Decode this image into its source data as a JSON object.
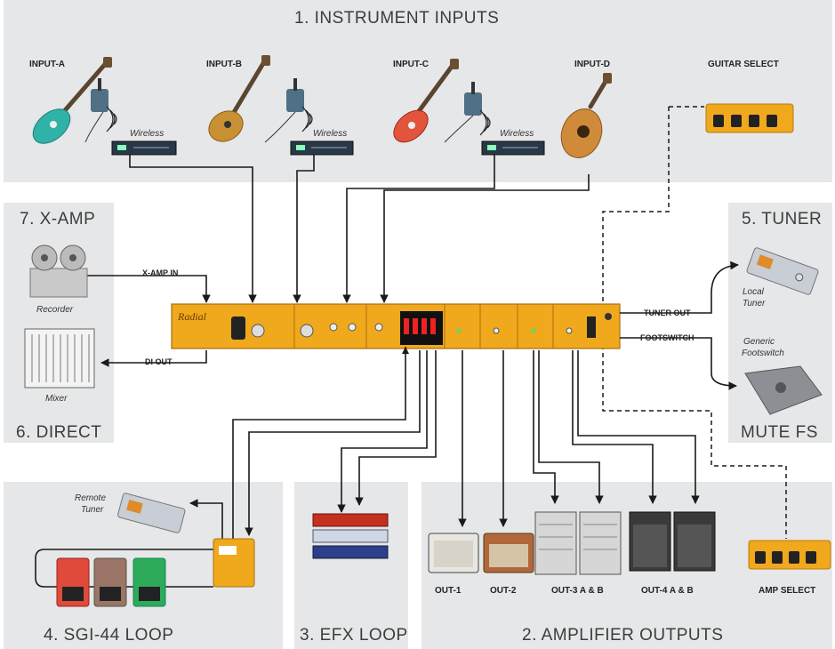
{
  "sections": {
    "instrument_inputs": "1. INSTRUMENT INPUTS",
    "x_amp": "7. X-AMP",
    "direct": "6. DIRECT",
    "tuner": "5. TUNER",
    "mute_fs": "MUTE FS",
    "sgi_loop": "4. SGI-44 LOOP",
    "efx_loop": "3. EFX LOOP",
    "amp_outputs": "2. AMPLIFIER OUTPUTS"
  },
  "inputs": {
    "a": "INPUT-A",
    "b": "INPUT-B",
    "c": "INPUT-C",
    "d": "INPUT-D",
    "guitar_select": "GUITAR SELECT",
    "wireless": "Wireless"
  },
  "connections": {
    "x_amp_in": "X-AMP IN",
    "di_out": "DI OUT",
    "tuner_out": "TUNER OUT",
    "footswitch": "FOOTSWITCH"
  },
  "devices": {
    "recorder": "Recorder",
    "mixer": "Mixer",
    "local_tuner_1": "Local",
    "local_tuner_2": "Tuner",
    "generic_fs_1": "Generic",
    "generic_fs_2": "Footswitch",
    "remote_tuner_1": "Remote",
    "remote_tuner_2": "Tuner"
  },
  "outputs": {
    "out1": "OUT-1",
    "out2": "OUT-2",
    "out3": "OUT-3 A & B",
    "out4": "OUT-4 A & B",
    "amp_select": "AMP SELECT"
  },
  "colors": {
    "panel": "#e6e7e8",
    "cable": "#1a1a1a",
    "switcher": "#f0a81c",
    "title": "#3d3d3d"
  }
}
